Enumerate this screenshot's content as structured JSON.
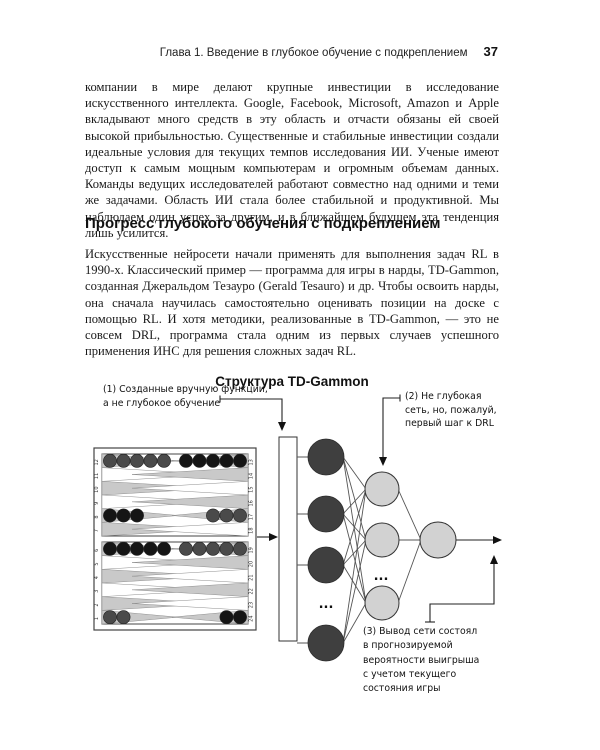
{
  "header": {
    "chapter": "Глава 1. Введение в глубокое обучение с подкреплением",
    "page_number": "37"
  },
  "paragraph1": "компании в мире делают крупные инвестиции в исследование искусственного интеллекта. Google, Facebook, Microsoft, Amazon и Apple вкладывают много средств в эту область и отчасти обязаны ей своей высокой прибыльностью. Существенные и стабильные инвестиции создали идеальные условия для текущих темпов исследования ИИ. Ученые имеют доступ к самым мощным компьютерам и огромным объемам данных. Команды ведущих исследователей работают совместно над одними и теми же задачами. Область ИИ стала более стабильной и продуктивной. Мы наблюдаем один успех за другим, и в ближайшем будущем эта тенденция лишь усилится.",
  "section_heading": "Прогресс глубокого обучения с подкреплением",
  "paragraph2": "Искусственные нейросети начали применять для выполнения задач RL в 1990-х. Классический пример — программа для игры в нарды, TD-Gammon, созданная Джеральдом Тезауро (Gerald Tesauro) и др. Чтобы освоить нарды, она сначала научилась самостоятельно оценивать позиции на доске с помощью RL. И хотя методики, реализованные в TD-Gammon, — это не совсем DRL, программа стала одним из первых случаев успешного применения ИНС для решения сложных задач RL.",
  "figure": {
    "title": "Структура TD-Gammon",
    "annotations": {
      "a1": {
        "lines": [
          "(1) Созданные вручную функции,",
          "а не глубокое обучение"
        ]
      },
      "a2": {
        "lines": [
          "(2) Не глубокая",
          "сеть, но, пожалуй,",
          "первый шаг к DRL"
        ]
      },
      "a3": {
        "lines": [
          "(3) Вывод сети состоял",
          "в прогнозируемой",
          "вероятности выигрыша",
          "с учетом текущего",
          "состояния игры"
        ]
      }
    },
    "network": {
      "ellipsis": "..."
    },
    "board": {
      "numbers": {
        "top_left": [
          "12",
          "11",
          "10",
          "9",
          "8",
          "7"
        ],
        "top_right": [
          "13",
          "14",
          "15",
          "16",
          "17",
          "18"
        ],
        "bottom_left": [
          "6",
          "5",
          "4",
          "3",
          "2",
          "1"
        ],
        "bottom_right": [
          "19",
          "20",
          "21",
          "22",
          "23",
          "24"
        ]
      }
    },
    "colors": {
      "input_node": "#3f3f3f",
      "hidden_node": "#d2d2d2",
      "board_point_gray": "#c9c9c9",
      "checker_black": "#151515",
      "checker_gray": "#4a4a4a"
    }
  }
}
